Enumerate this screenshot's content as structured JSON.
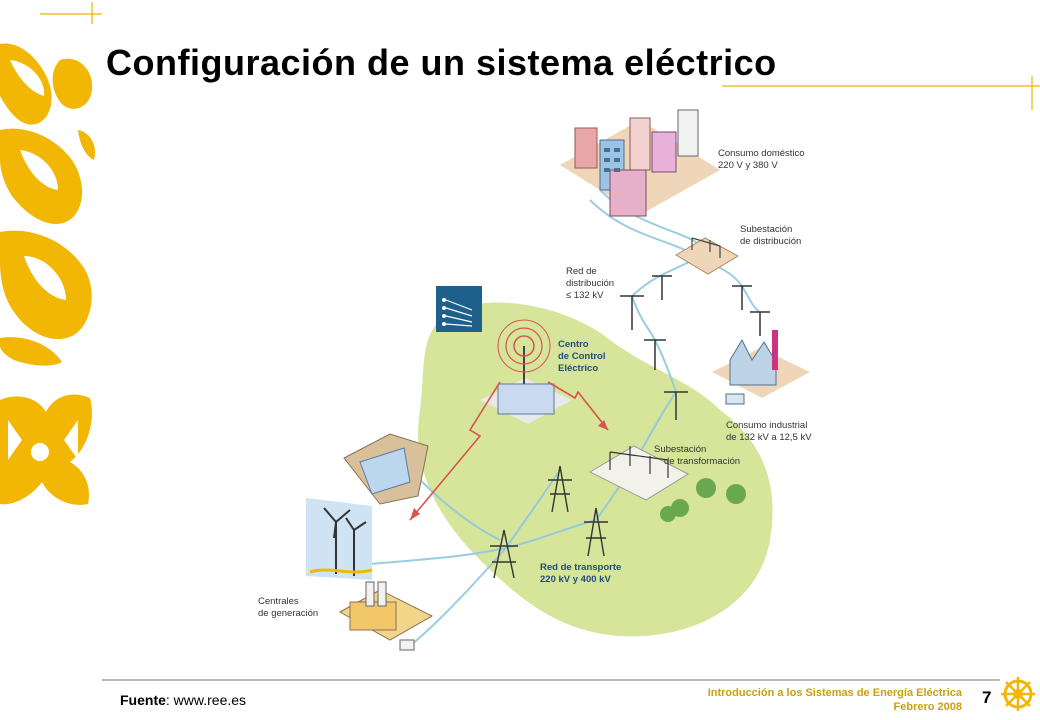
{
  "slide": {
    "title": "Configuración de un sistema eléctrico",
    "page_number": "7",
    "source_label": "Fuente",
    "source_url": ": www.ree.es",
    "course_line1": "Introducción a los Sistemas de Energía Eléctrica",
    "course_line2": "Febrero 2008"
  },
  "diagram": {
    "consumo_domestico": [
      "Consumo doméstico",
      "220 V y 380 V"
    ],
    "subestacion_distribucion": [
      "Subestación",
      "de distribución"
    ],
    "red_distribucion": [
      "Red de",
      "distribución",
      "≤ 132 kV"
    ],
    "centro_control": [
      "Centro",
      "de Control",
      "Eléctrico"
    ],
    "consumo_industrial": [
      "Consumo industrial",
      "de 132 kV a 12,5 kV"
    ],
    "subestacion_transformacion": [
      "Subestación",
      "de transformación"
    ],
    "red_transporte": [
      "Red de transporte",
      "220 kV y 400 kV"
    ],
    "centrales": [
      "Centrales",
      "de generación"
    ]
  },
  "colors": {
    "accent_gold": "#F2B705",
    "line_gold": "#E8B800",
    "footer_text": "#C8A010",
    "green_area": "#D6E59A",
    "logo_blue": "#1F5F8B",
    "label_blue": "#1F4E79",
    "lightning_red": "#D9534F"
  },
  "icons": [
    "crest-decoration-icon",
    "network-logo-icon",
    "wheel-emblem-icon"
  ]
}
